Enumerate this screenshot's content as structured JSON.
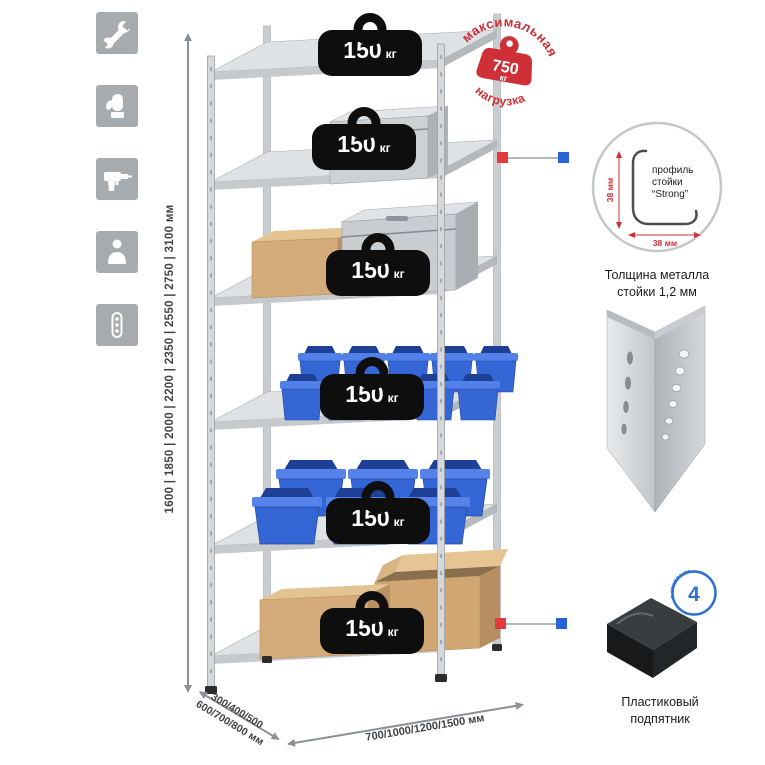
{
  "canvas": {
    "background": "#ffffff"
  },
  "colors": {
    "accent_red": "#cf3038",
    "accent_blue": "#2a64d4",
    "metal_gray": "#d6d9dc",
    "tile_gray": "#a6abb0",
    "bin_blue": "#3566d6",
    "cardboard": "#d4ab7a"
  },
  "feature_icons": [
    {
      "name": "wrench-icon"
    },
    {
      "name": "work-gloves-icon"
    },
    {
      "name": "drill-icon"
    },
    {
      "name": "person-icon"
    },
    {
      "name": "fasteners-icon"
    }
  ],
  "height_dimension": {
    "label": "1600 | 1850 | 2000 | 2200 | 2350 | 2550 | 2750 | 3100 мм"
  },
  "depth_dimension": {
    "line1": "300/400/500",
    "line2": "600/700/800 мм"
  },
  "width_dimension": {
    "label": "700/1000/1200/1500 мм"
  },
  "shelf_badges": [
    {
      "value": "150",
      "unit": "кг"
    },
    {
      "value": "150",
      "unit": "кг"
    },
    {
      "value": "150",
      "unit": "кг"
    },
    {
      "value": "150",
      "unit": "кг"
    },
    {
      "value": "150",
      "unit": "кг"
    },
    {
      "value": "150",
      "unit": "кг"
    }
  ],
  "max_load_stamp": {
    "arc_top": "максимальная",
    "arc_bottom": "нагрузка",
    "value": "750",
    "unit": "кг"
  },
  "profile_callout": {
    "line1": "профиль",
    "line2": "стойки",
    "line3": "“Strong”",
    "vertical_dim": "38 мм",
    "horizontal_dim": "38 мм",
    "caption_line1": "Толщина металла",
    "caption_line2": "стойки 1,2 мм"
  },
  "foot_callout": {
    "badge_value": "4",
    "badge_arc": "в комплекте",
    "caption_line1": "Пластиковый",
    "caption_line2": "подпятник"
  }
}
